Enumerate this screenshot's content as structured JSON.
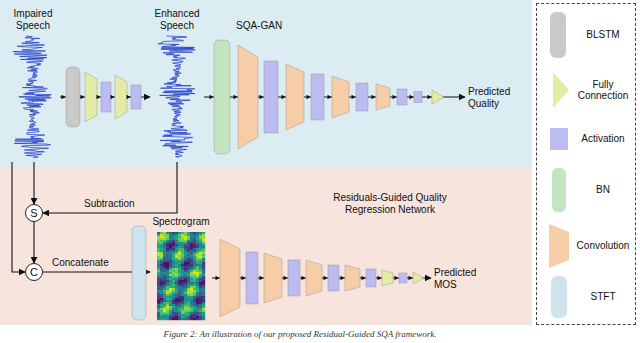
{
  "diagram": {
    "caption": "Figure 2: An illustration of our proposed Residual-Guided SQA framework.",
    "nodes": [
      {
        "text": [
          "SQA-GAN"
        ]
      },
      {
        "text": [
          "Impaired Speech"
        ],
        "in": 0
      },
      {
        "text": [
          "Enhanced Speech"
        ],
        "in": 0
      },
      {
        "text": [
          "Residuals-Guided Quality Regression Network"
        ]
      },
      {
        "text": [
          "S"
        ],
        "in": 3
      },
      {
        "text": [
          "C"
        ],
        "in": 3
      },
      {
        "text": [
          "Spectrogram"
        ],
        "in": 3
      }
    ],
    "edges": [
      {
        "from": 1,
        "to": 2,
        "arrow": "to"
      },
      {
        "from": 1,
        "to": 4,
        "arrow": "to"
      },
      {
        "from": 2,
        "to": 4,
        "label": "Subtraction",
        "arrow": "to"
      },
      {
        "from": 4,
        "to": 5,
        "arrow": "to"
      },
      {
        "from": 1,
        "to": 5,
        "arrow": "to"
      },
      {
        "from": 5,
        "to": 6,
        "label": "Concatenate",
        "arrow": "to"
      }
    ],
    "labels": [
      "Predicted Quality",
      "Predicted MOS"
    ],
    "legend": [
      {
        "text": "BLSTM",
        "color": "#c9c9c9"
      },
      {
        "text": "Fully Connection",
        "color": "#e4eba4"
      },
      {
        "text": "Activation",
        "color": "#bcbcf0"
      },
      {
        "text": "BN",
        "color": "#c2e4bf"
      },
      {
        "text": "Convolution",
        "color": "#f7cda7"
      },
      {
        "text": "STFT",
        "color": "#cfe3ec"
      }
    ]
  }
}
